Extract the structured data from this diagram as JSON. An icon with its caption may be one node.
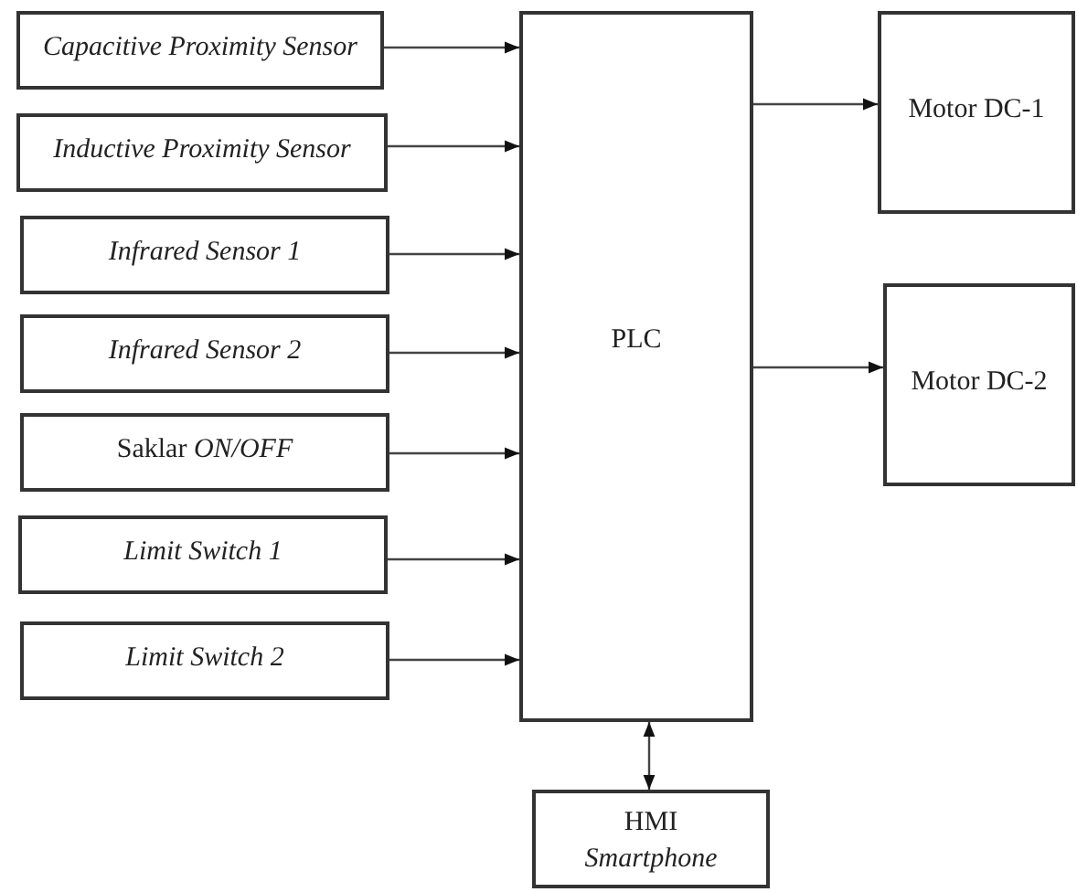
{
  "diagram": {
    "nodes": [
      {
        "text": [
          "Capacitive Proximity Sensor"
        ]
      },
      {
        "text": [
          "Inductive Proximity Sensor"
        ]
      },
      {
        "text": [
          "Infrared Sensor 1"
        ]
      },
      {
        "text": [
          "Infrared Sensor 2"
        ]
      },
      {
        "text": [
          "Saklar *ON/OFF*"
        ]
      },
      {
        "text": [
          "Limit Switch 1"
        ]
      },
      {
        "text": [
          "Limit Switch 2"
        ]
      },
      {
        "text": [
          "PLC"
        ]
      },
      {
        "text": [
          "Motor DC-1"
        ]
      },
      {
        "text": [
          "Motor DC-2"
        ]
      },
      {
        "text": [
          "HMI",
          "Smartphone"
        ]
      }
    ],
    "edges": [
      {
        "from": 0,
        "to": 7,
        "arrow": "to"
      },
      {
        "from": 1,
        "to": 7,
        "arrow": "to"
      },
      {
        "from": 2,
        "to": 7,
        "arrow": "to"
      },
      {
        "from": 3,
        "to": 7,
        "arrow": "to"
      },
      {
        "from": 4,
        "to": 7,
        "arrow": "to"
      },
      {
        "from": 5,
        "to": 7,
        "arrow": "to"
      },
      {
        "from": 6,
        "to": 7,
        "arrow": "to"
      },
      {
        "from": 7,
        "to": 8,
        "arrow": "to"
      },
      {
        "from": 7,
        "to": 9,
        "arrow": "to"
      },
      {
        "from": 10,
        "to": 7,
        "arrow": "both"
      }
    ]
  }
}
